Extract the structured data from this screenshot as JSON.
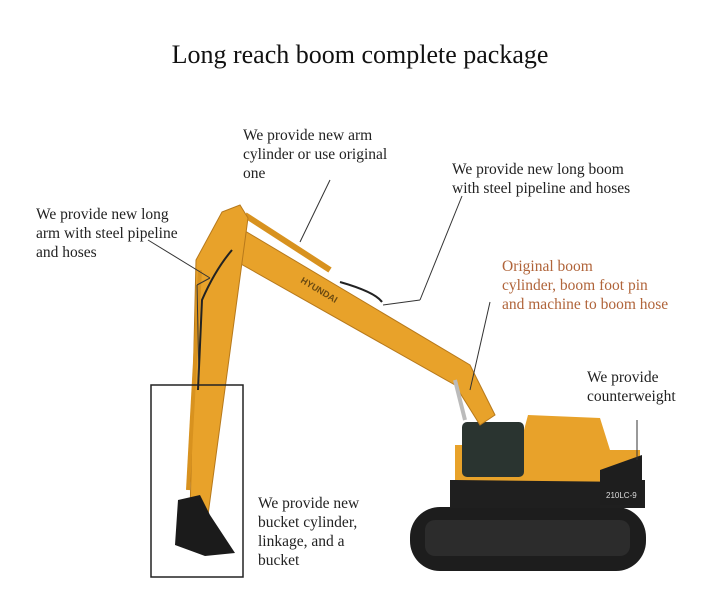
{
  "title": "Long reach boom complete package",
  "colors": {
    "machine": "#e8a22a",
    "accent_label": "#b0643a",
    "text": "#222222"
  },
  "labels": {
    "arm_cylinder": [
      "We provide new arm",
      "cylinder or use original",
      "one"
    ],
    "long_boom": [
      "We provide new long boom",
      "with steel pipeline and hoses"
    ],
    "long_arm": [
      "We provide new long",
      "arm with steel pipeline",
      "and hoses"
    ],
    "original_parts": [
      "Original boom",
      "cylinder, boom foot pin",
      "and machine to boom hose"
    ],
    "counterweight": [
      "We provide",
      "counterweight"
    ],
    "bucket": [
      "We provide new",
      "bucket cylinder,",
      "linkage, and a",
      "bucket"
    ]
  },
  "machine_text": {
    "brand": "HYUNDAI",
    "model": "210LC-9"
  }
}
